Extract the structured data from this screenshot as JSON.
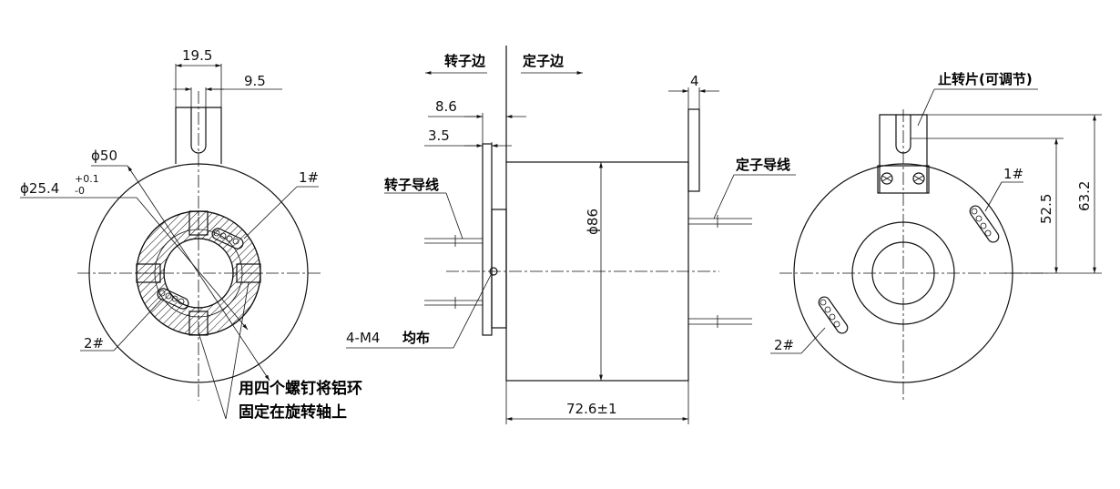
{
  "front_view": {
    "dim_top": "19.5",
    "dim_slot": "9.5",
    "dim_outer": "ϕ50",
    "dim_bore": "ϕ25.4",
    "tol_upper": "+0.1",
    "tol_lower": "-0",
    "label_1": "1#",
    "label_2": "2#",
    "note_line1": "用四个螺钉将铝环",
    "note_line2": "固定在旋转轴上"
  },
  "side_view": {
    "rotor_side": "转子边",
    "stator_side": "定子边",
    "dim_86": "8.6",
    "dim_35": "3.5",
    "dim_4": "4",
    "rotor_wire": "转子导线",
    "stator_wire": "定子导线",
    "dim_dia": "ϕ86",
    "screws": "4-M4",
    "screws_note": "均布",
    "dim_length": "72.6±1"
  },
  "back_view": {
    "tab_label": "止转片(可调节)",
    "dim_525": "52.5",
    "dim_632": "63.2",
    "label_1": "1#",
    "label_2": "2#"
  }
}
